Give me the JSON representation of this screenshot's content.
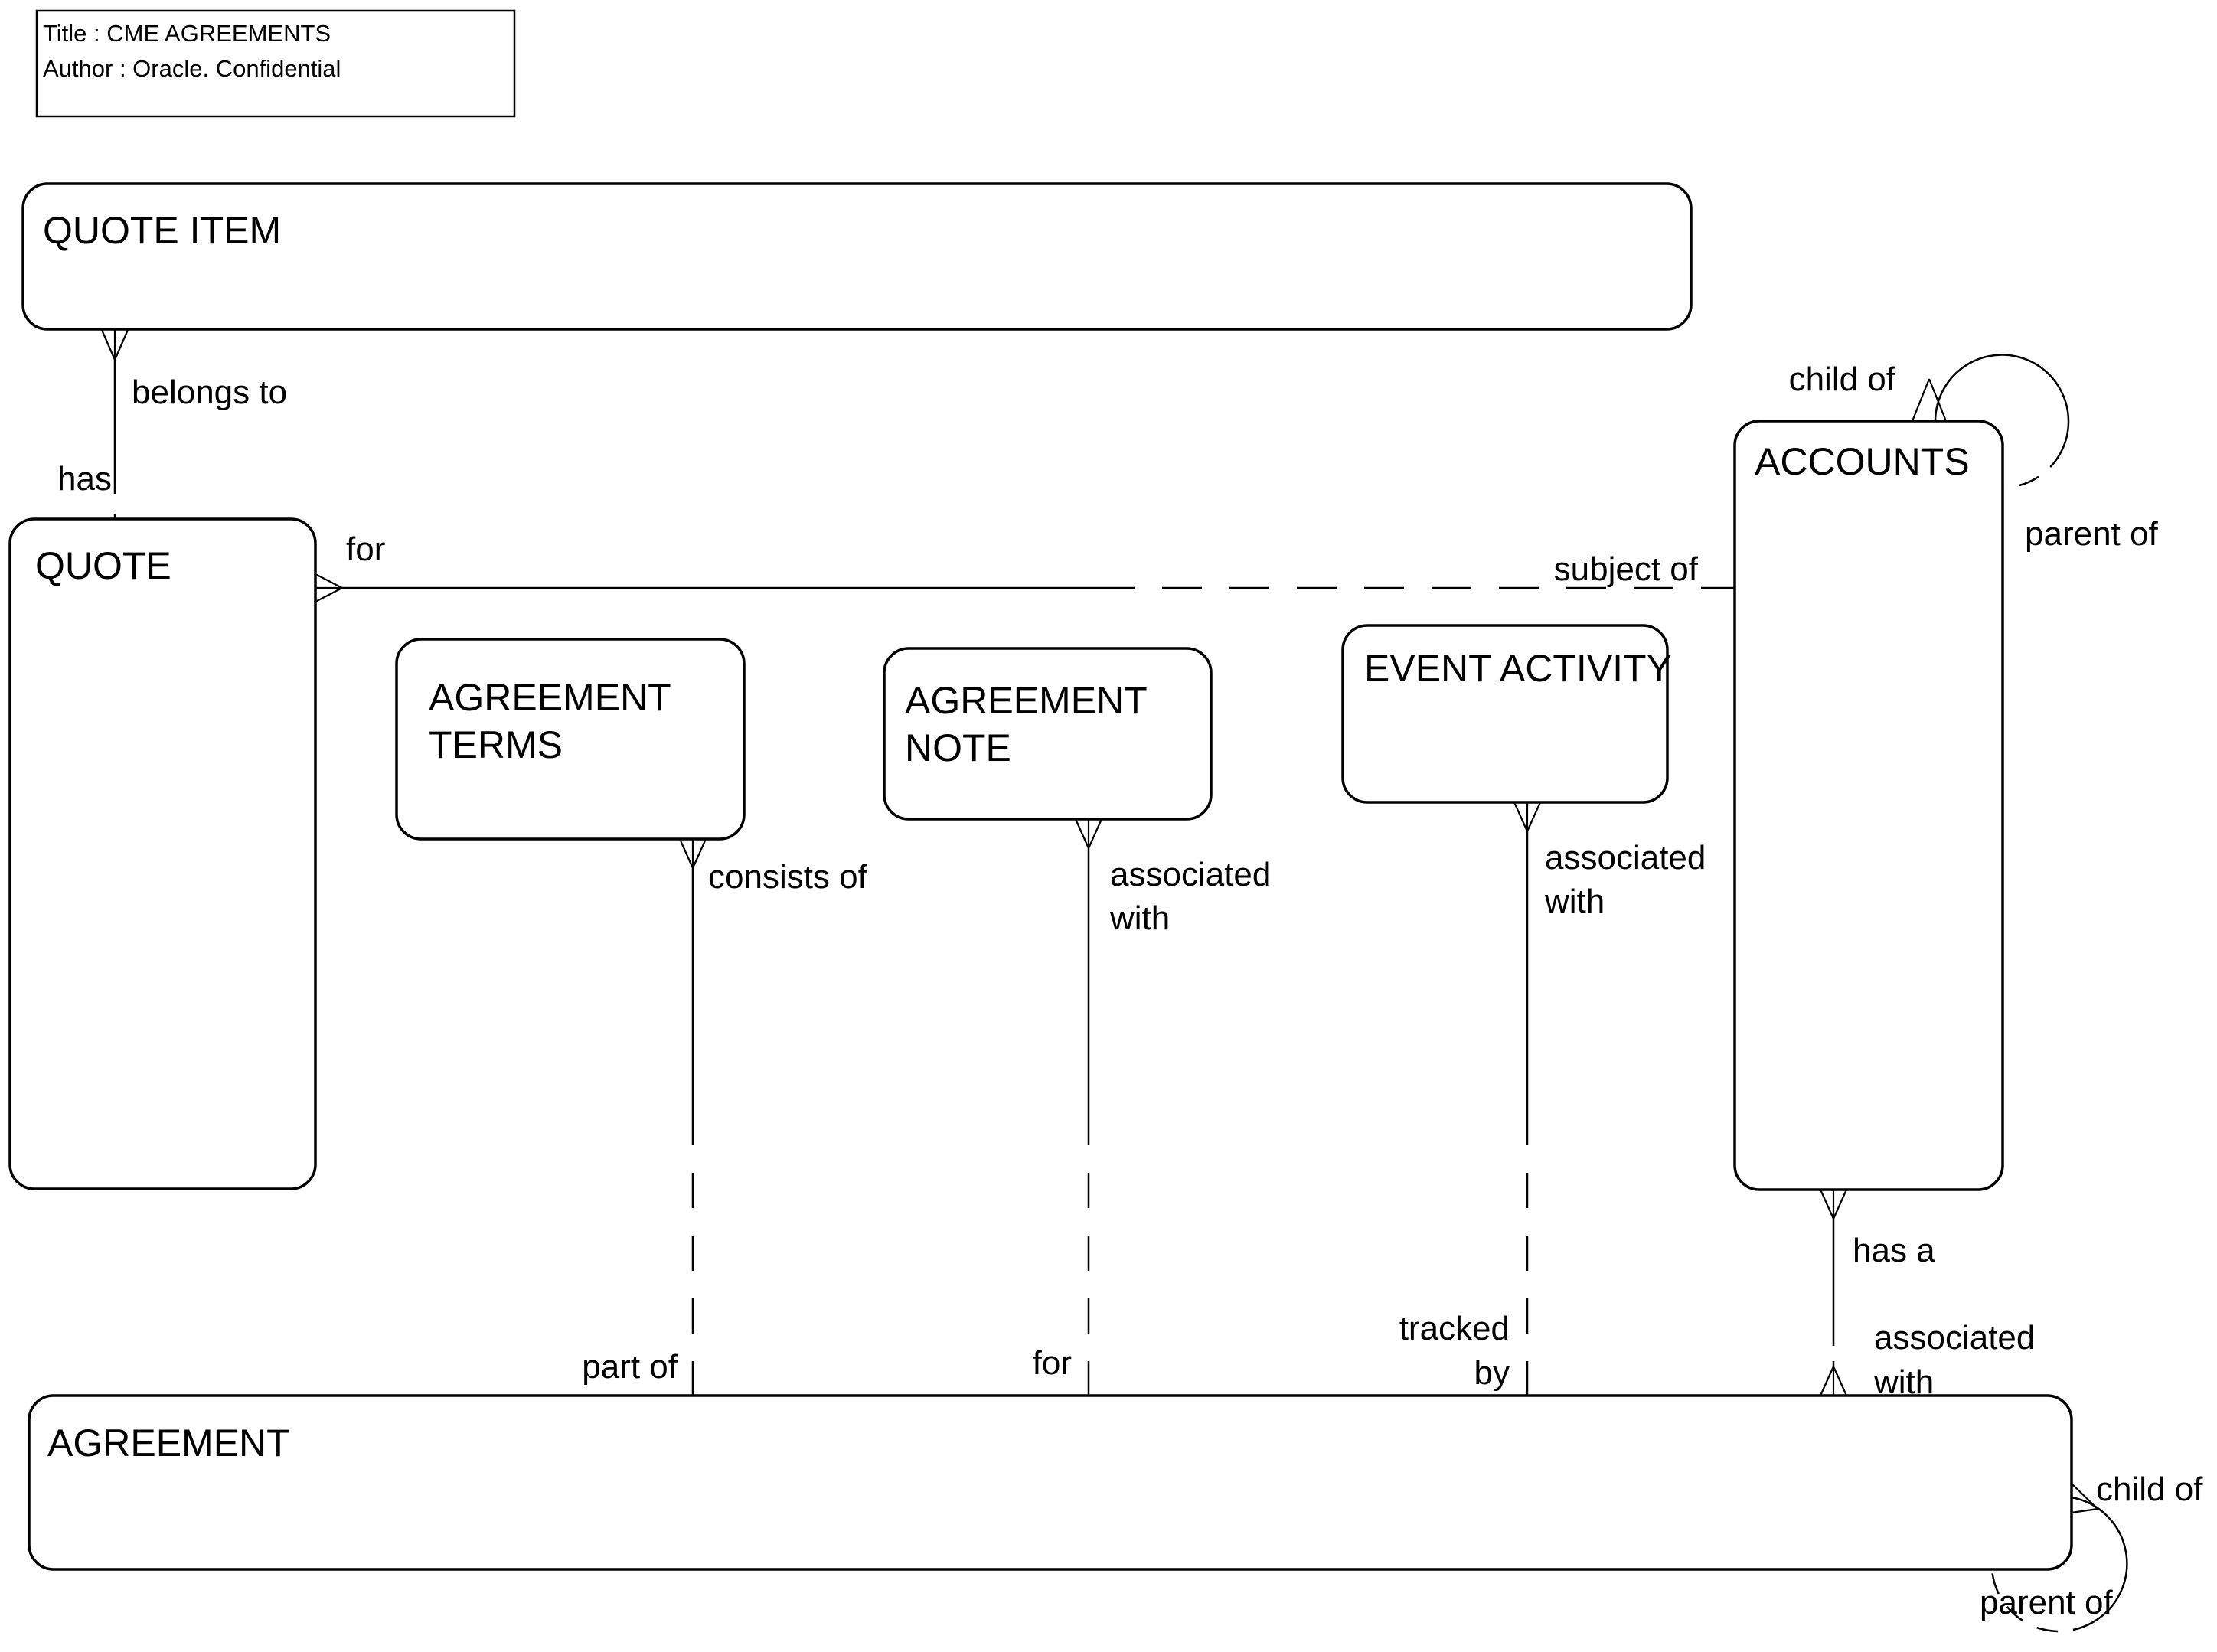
{
  "title_box": {
    "title": "Title : CME AGREEMENTS",
    "author": "Author : Oracle. Confidential"
  },
  "entities": {
    "quote_item": {
      "name": "QUOTE ITEM"
    },
    "quote": {
      "name": "QUOTE"
    },
    "agreement_terms": {
      "name_line1": "AGREEMENT",
      "name_line2": "TERMS"
    },
    "agreement_note": {
      "name_line1": "AGREEMENT",
      "name_line2": "NOTE"
    },
    "event_activity": {
      "name": "EVENT ACTIVITY"
    },
    "accounts": {
      "name": "ACCOUNTS"
    },
    "agreement": {
      "name": "AGREEMENT"
    }
  },
  "relationships": {
    "quote_item_quote": {
      "near": "belongs to",
      "far": "has"
    },
    "quote_accounts": {
      "near": "for",
      "far": "subject of"
    },
    "terms_agreement": {
      "near": "consists of",
      "far": "part of"
    },
    "note_agreement": {
      "near1": "associated",
      "near2": "with",
      "far": "for"
    },
    "activity_agreement": {
      "near1": "associated",
      "near2": "with",
      "far1": "tracked",
      "far2": "by"
    },
    "accounts_agreement": {
      "near": "has a",
      "far1": "associated",
      "far2": "with"
    },
    "accounts_self": {
      "many_label": "child of",
      "one_label": "parent of"
    },
    "agreement_self": {
      "many_label": "child of",
      "one_label": "parent of"
    }
  },
  "colors": {
    "line": "#000000",
    "background": "#ffffff",
    "text": "#000000"
  }
}
